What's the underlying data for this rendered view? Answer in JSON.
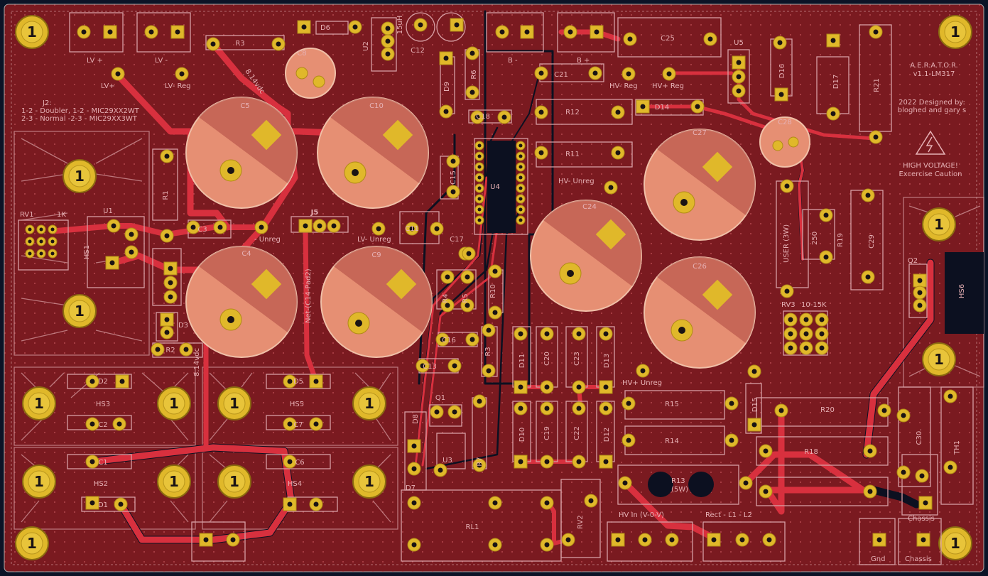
{
  "board": {
    "title_lines": [
      "A.E.R.A.T.O.R.",
      "v1.1-LM317"
    ],
    "credit_lines": [
      "2022 Designed by:",
      "bloghed and gary s"
    ],
    "warning_lines": [
      "HIGH VOLTAGE!",
      "Excercise Caution"
    ],
    "jumper_note": [
      "J2:",
      "1-2 - Doubler,    1-2 - MIC29XX2WT",
      "2-3 - Normal    -2-3 - MIC29XX3WT"
    ],
    "colors": {
      "board": "#7a1a20",
      "edge": "#0b1326",
      "trace": "#d8303e",
      "silk": "#e6b1b5",
      "pad": "#e0b82a",
      "cap_fill": "#e68f73"
    }
  },
  "labels": {
    "lv_plus": "LV +",
    "lv_minus": "LV -",
    "lv_plus2": "LV+",
    "lv_minus_reg": "LV- Reg",
    "b_minus": "B -",
    "b_plus": "B +",
    "hv_minus_reg": "HV- Reg",
    "hv_plus_reg": "HV+ Reg",
    "hv_minus_unreg": "HV- Unreg",
    "hv_plus_unreg": "HV+ Unreg",
    "lv_unreg": "- Unreg",
    "lv_minus_unreg": "LV- Unreg",
    "hv_in": "HV In (V-0-V)",
    "rect": "Rect - L1 - L2",
    "gnd": "Gnd",
    "chassis1": "Chassis",
    "chassis2": "Chassis",
    "rv1": "RV1",
    "rv1_val": "1K",
    "rv3": "RV3",
    "rv3_val": "10-15K",
    "net_label": "Net-(C14-Pad2)",
    "trace_note1": "8.14vdc",
    "trace_note2": "8.14vdc",
    "user": "USER (3W)",
    "r250": "250",
    "r13": "R13",
    "r13w": "(5W)"
  },
  "refs": {
    "C5": "C5",
    "C10": "C10",
    "C4": "C4",
    "C9": "C9",
    "C24": "C24",
    "C27": "C27",
    "C26": "C26",
    "C25": "C25",
    "C28": "C28",
    "C29": "C29",
    "C8": "C8",
    "C12": "C12",
    "C21": "C21",
    "C18": "C18",
    "C15": "C15",
    "C11": "C11",
    "C17": "C17",
    "C16": "C16",
    "C13": "C13",
    "C3": "C3",
    "C2": "C2",
    "C7": "C7",
    "C1": "C1",
    "C6": "C6",
    "C20": "C20",
    "C23": "C23",
    "C19": "C19",
    "C22": "C22",
    "C30": "C30.",
    "R1": "R1",
    "R2": "R2",
    "R3": "R3",
    "R4": "R4",
    "R5": "R5",
    "R6": "R6",
    "R7": "R7",
    "R10": "R10",
    "R11": "R11",
    "R12": "R12",
    "R14": "R14",
    "R15": "R15",
    "R18": "R18",
    "R19": "R19",
    "R20": "R20",
    "R21": "R21",
    "R3b": "R3",
    "D1": "D1",
    "D2": "D2",
    "D3": "D3",
    "D5": "D5",
    "D6": "D6",
    "D7": "D7",
    "D8": "D8",
    "D9": "D9",
    "D10": "D10",
    "D11": "D11",
    "D12": "D12",
    "D13": "D13",
    "D14": "D14",
    "D15": "D15",
    "D16": "D16",
    "D17": "D17",
    "U1": "U1",
    "U2": "U2",
    "U3": "U3",
    "U4": "U4",
    "U5": "U5",
    "Q1": "Q1",
    "Q2": "Q2",
    "HS1": "HS1",
    "HS2": "HS2",
    "HS3": "HS3",
    "HS4": "HS4",
    "HS5": "HS5",
    "HS6": "HS6",
    "J5": "J5",
    "RL1": "RL1",
    "RV2": "RV2",
    "TH1": "TH1",
    "uh": "15uH"
  },
  "mount_hole_label": "1"
}
